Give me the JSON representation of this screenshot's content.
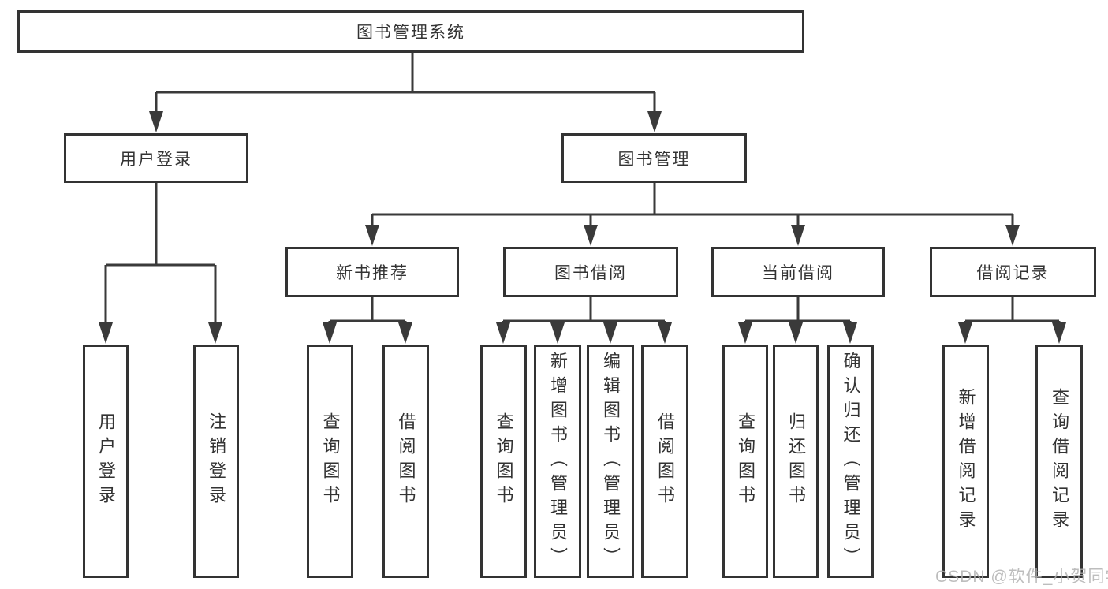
{
  "diagram_title": "图书管理系统",
  "tree": {
    "root": "图书管理系统",
    "branches": [
      {
        "label": "用户登录",
        "children": [
          "用户登录",
          "注销登录"
        ]
      },
      {
        "label": "图书管理",
        "groups": [
          {
            "label": "新书推荐",
            "children": [
              "查询图书",
              "借阅图书"
            ]
          },
          {
            "label": "图书借阅",
            "children": [
              "查询图书",
              "新增图书（管理员）",
              "编辑图书（管理员）",
              "借阅图书"
            ]
          },
          {
            "label": "当前借阅",
            "children": [
              "查询图书",
              "归还图书",
              "确认归还（管理员）"
            ]
          },
          {
            "label": "借阅记录",
            "children": [
              "新增借阅记录",
              "查询借阅记录"
            ]
          }
        ]
      }
    ]
  },
  "watermark": {
    "text": "CSDN @软件_小贺同学"
  },
  "colors": {
    "line": "#3a3a3a",
    "box_border": "#333333",
    "text": "#333333",
    "watermark": "#b2b2b2",
    "background": "#ffffff"
  }
}
